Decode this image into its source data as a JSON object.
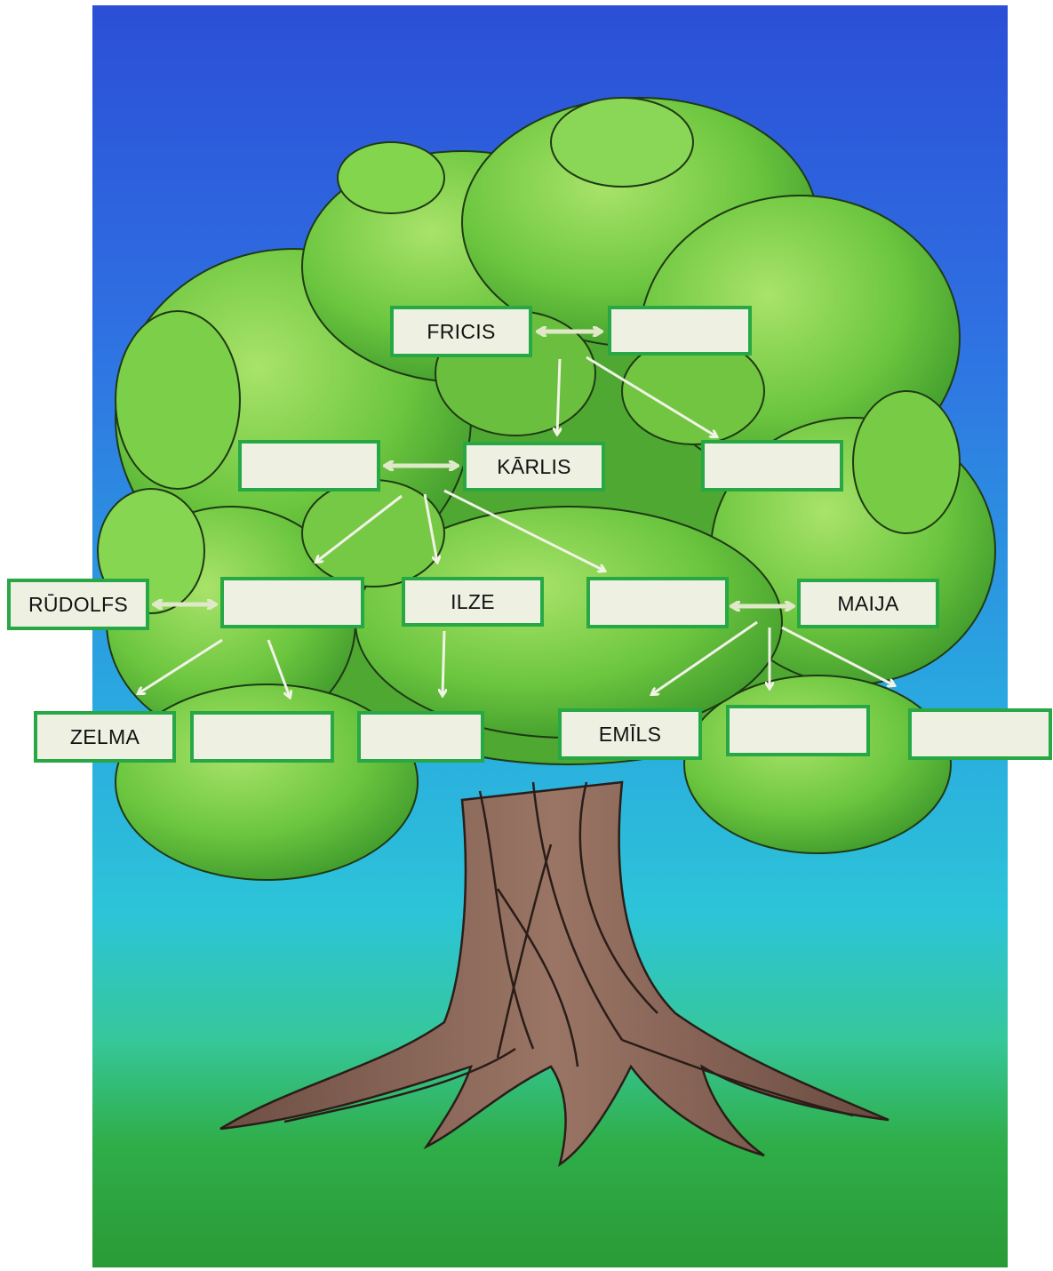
{
  "family_tree": {
    "boxes": {
      "fricis": "FRICIS",
      "karlis": "KĀRLIS",
      "rudolfs": "RŪDOLFS",
      "ilze": "ILZE",
      "maija": "MAIJA",
      "zelma": "ZELMA",
      "emils": "EMĪLS",
      "blank": ""
    }
  },
  "colors": {
    "box_border": "#27a844",
    "box_fill": "#eef0e2",
    "arrow_child": "#f1f3e6",
    "arrow_spouse": "#dfe8c8",
    "sky_top": "#2b4fd6",
    "sky_bottom": "#2cc2dc",
    "grass": "#2e9e3c",
    "foliage": "#6cc63f",
    "trunk": "#8a6756"
  }
}
